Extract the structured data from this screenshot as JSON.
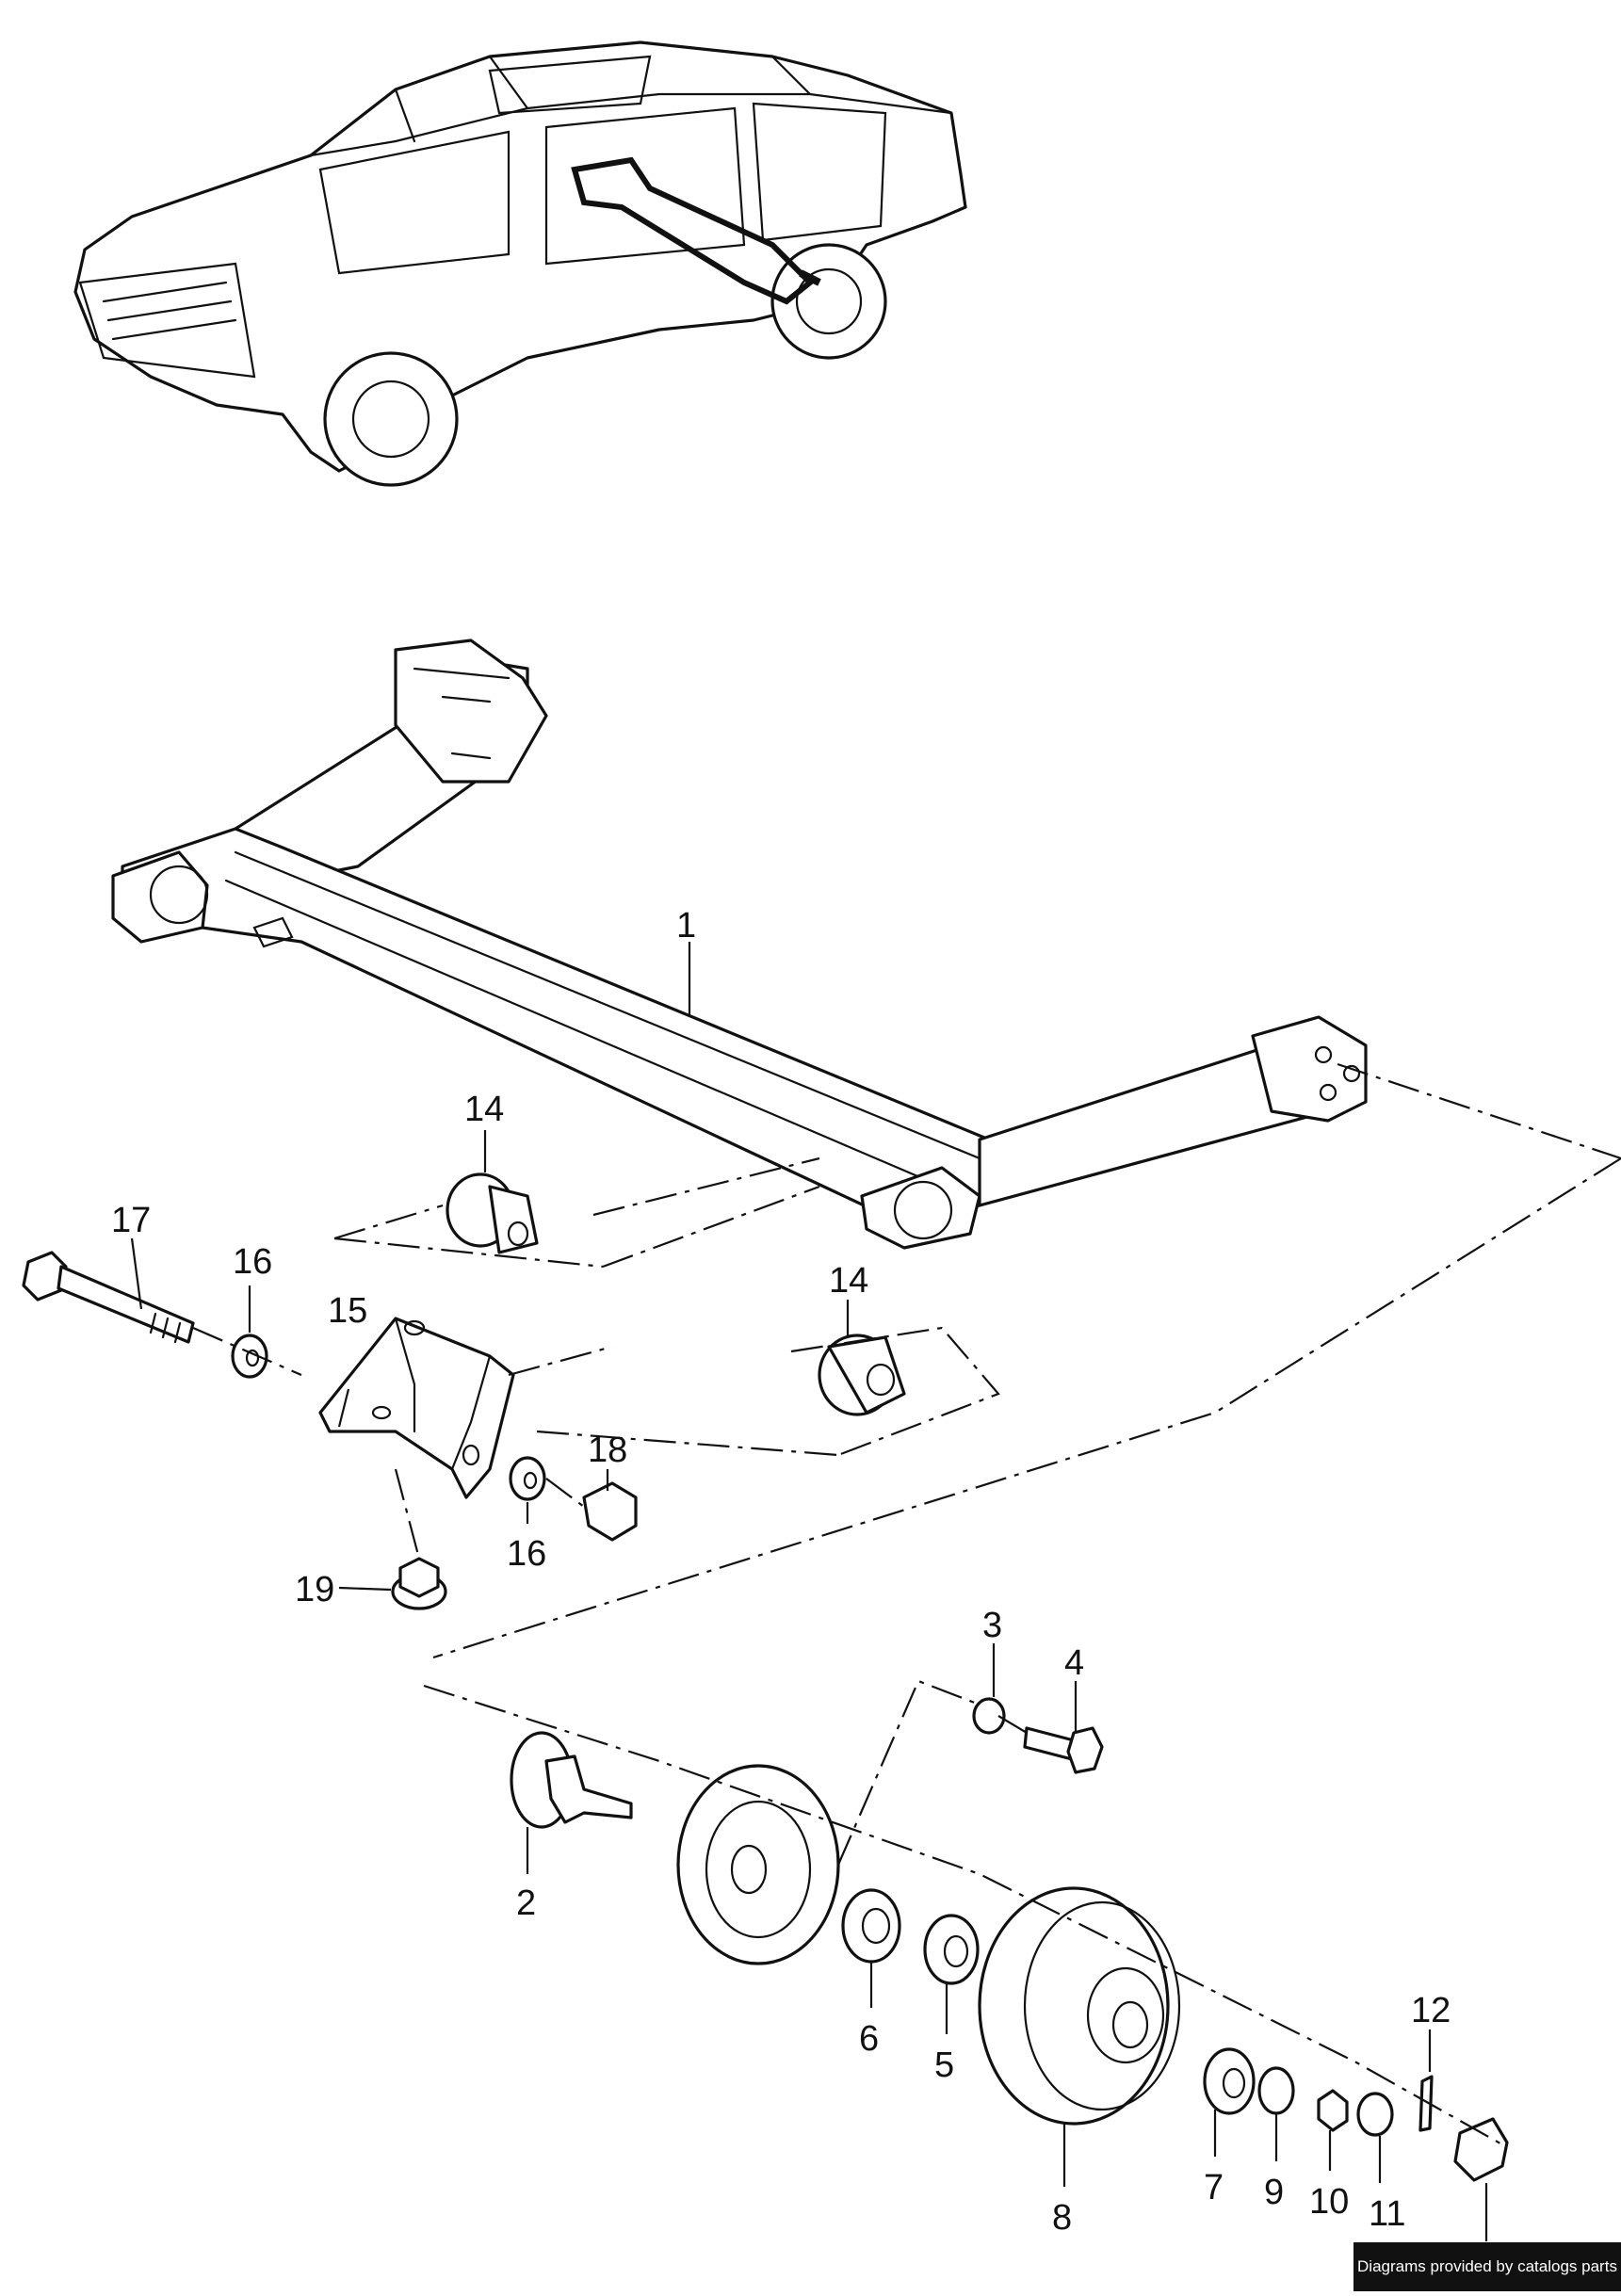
{
  "callouts": {
    "c1": "1",
    "c2": "2",
    "c3": "3",
    "c4": "4",
    "c5": "5",
    "c6": "6",
    "c7": "7",
    "c8": "8",
    "c9": "9",
    "c10": "10",
    "c11": "11",
    "c12": "12",
    "c14a": "14",
    "c14b": "14",
    "c15": "15",
    "c16a": "16",
    "c16b": "16",
    "c17": "17",
    "c18": "18",
    "c19": "19"
  },
  "credit": "Diagrams provided by catalogs parts"
}
